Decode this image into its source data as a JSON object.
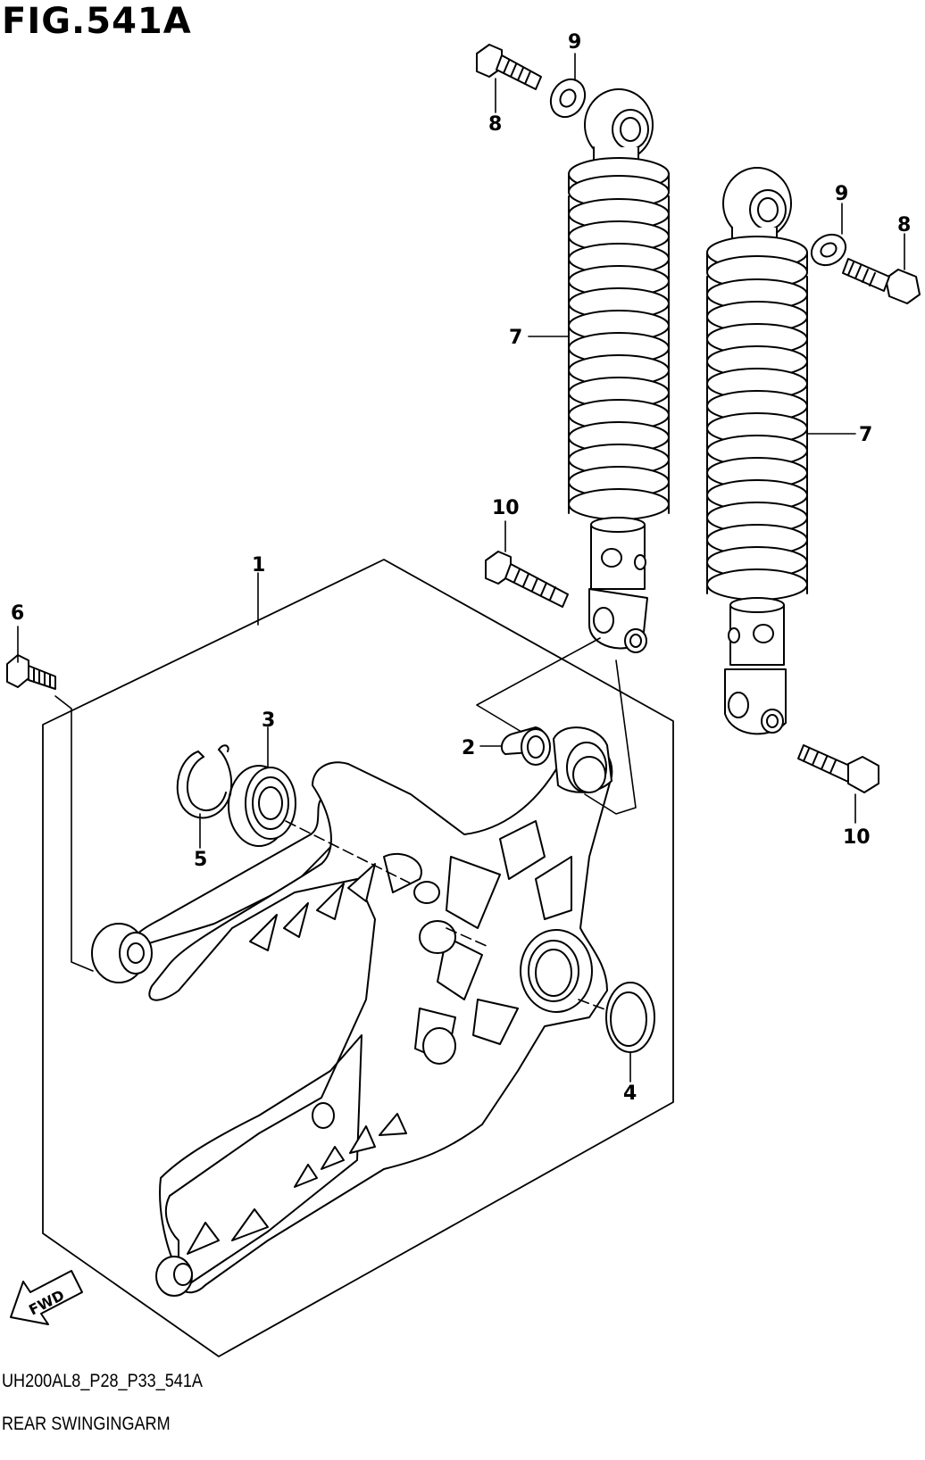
{
  "figure": {
    "title": "FIG.541A",
    "code": "UH200AL8_P28_P33_541A",
    "description": "REAR SWINGINGARM",
    "fwd_label": "FWD"
  },
  "callouts": {
    "c1": "1",
    "c2": "2",
    "c3": "3",
    "c4": "4",
    "c5": "5",
    "c6": "6",
    "c7a": "7",
    "c7b": "7",
    "c8a": "8",
    "c8b": "8",
    "c9a": "9",
    "c9b": "9",
    "c10a": "10",
    "c10b": "10"
  },
  "colors": {
    "line": "#000000",
    "background": "#ffffff",
    "fill": "#ffffff"
  }
}
